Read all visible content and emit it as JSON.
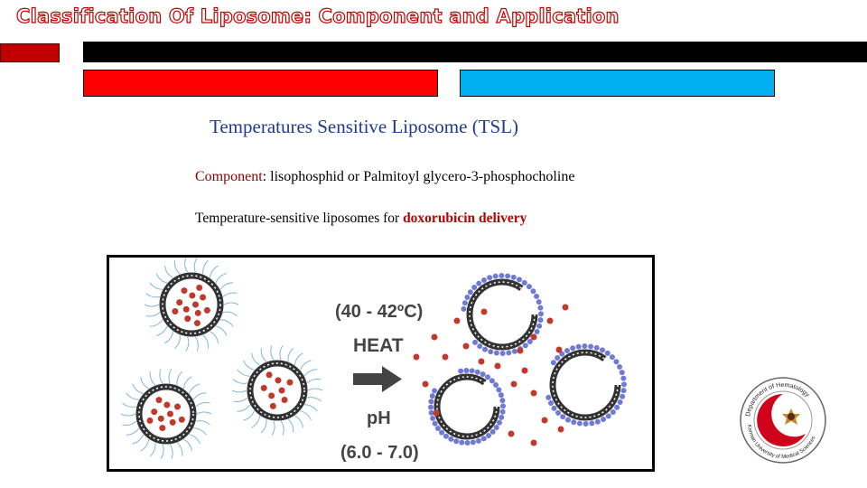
{
  "title": "Classification Of Liposome: Component and Application",
  "heading": "Temperatures Sensitive Liposome (TSL)",
  "component": {
    "label": "Component",
    "text": ": lisophosphid or Palmitoyl glycero-3-phosphocholine"
  },
  "temperature_line": {
    "prefix": "Temperature-sensitive liposomes for ",
    "highlight": "doxorubicin delivery"
  },
  "figure": {
    "temp_range": "(40 - 42ºC)",
    "heat": "HEAT",
    "ph": "pH",
    "ph_range": "(6.0 - 7.0)"
  },
  "colors": {
    "title_outline": "#c00000",
    "heading": "#1f3a93",
    "bar_red": "#ff0000",
    "bar_blue": "#00b0f0",
    "drug_dots": "#c0392b"
  },
  "logo": {
    "text_top": "Department of Hematology",
    "text_bottom": "Kerman University of Medical Sciences"
  }
}
